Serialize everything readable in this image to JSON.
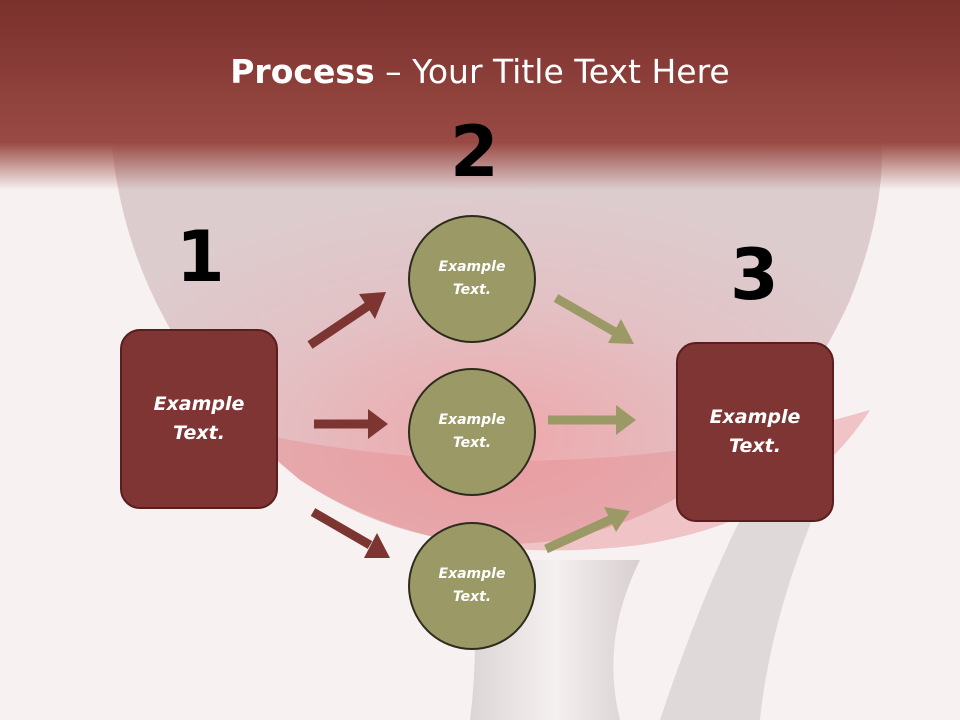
{
  "title": {
    "bold": "Process",
    "rest": " – Your Title Text Here"
  },
  "steps": [
    {
      "number": "1",
      "text": "Example\nText."
    },
    {
      "number": "2",
      "items": [
        "Example\nText.",
        "Example\nText.",
        "Example\nText."
      ]
    },
    {
      "number": "3",
      "text": "Example\nText."
    }
  ],
  "colors": {
    "header": "#8e3c38",
    "box_fill": "#7e3533",
    "circle_fill": "#9b9965",
    "arrow_left": "#7d3532",
    "arrow_right": "#9b9965"
  }
}
